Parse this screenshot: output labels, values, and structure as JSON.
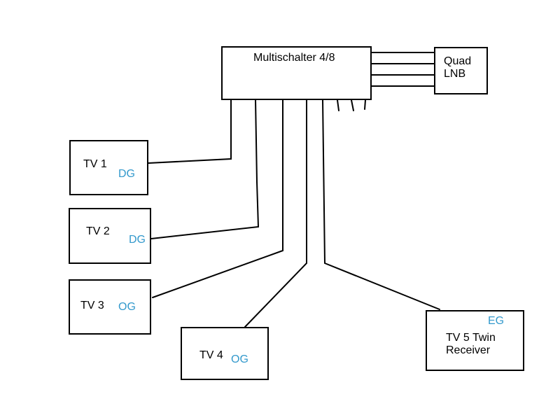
{
  "colors": {
    "line": "#000000",
    "floor_label": "#3399cc",
    "background": "#ffffff"
  },
  "multiswitch": {
    "label": "Multischalter 4/8"
  },
  "lnb": {
    "line1": "Quad",
    "line2": "LNB"
  },
  "tvs": [
    {
      "label": "TV 1",
      "floor": "DG"
    },
    {
      "label": "TV 2",
      "floor": "DG"
    },
    {
      "label": "TV 3",
      "floor": "OG"
    },
    {
      "label": "TV 4",
      "floor": "OG"
    },
    {
      "label_line1": "TV 5 Twin",
      "label_line2": "Receiver",
      "floor": "EG"
    }
  ]
}
